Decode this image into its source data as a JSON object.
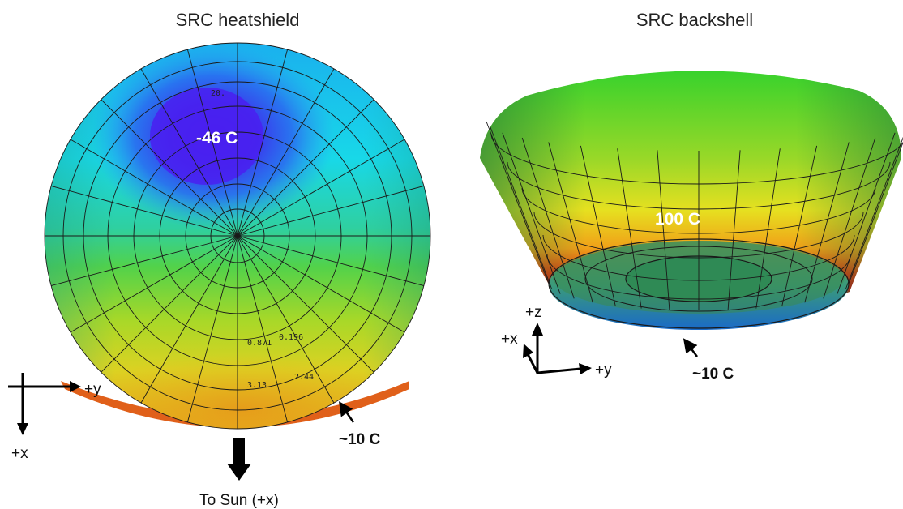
{
  "heatshield": {
    "title": "SRC heatshield",
    "min_temp_label": "-46 C",
    "edge_temp_label": "~10 C",
    "contour_labels": [
      "20.",
      "0.871",
      "0.196",
      "3.13",
      "2.44"
    ],
    "axis_right": "+y",
    "axis_down": "+x",
    "sun_label": "To Sun (+x)"
  },
  "backshell": {
    "title": "SRC backshell",
    "max_temp_label": "100 C",
    "bottom_temp_label": "~10 C",
    "axis_up": "+z",
    "axis_diag": "+x",
    "axis_right": "+y"
  },
  "colors": {
    "cold_core": "#4a1ff0",
    "blue": "#2a6bf0",
    "cyan": "#19e6f0",
    "green": "#38d66a",
    "yellow": "#e0e020",
    "orange": "#f08a10",
    "red": "#e01010",
    "dark_green": "#2f8a55"
  }
}
